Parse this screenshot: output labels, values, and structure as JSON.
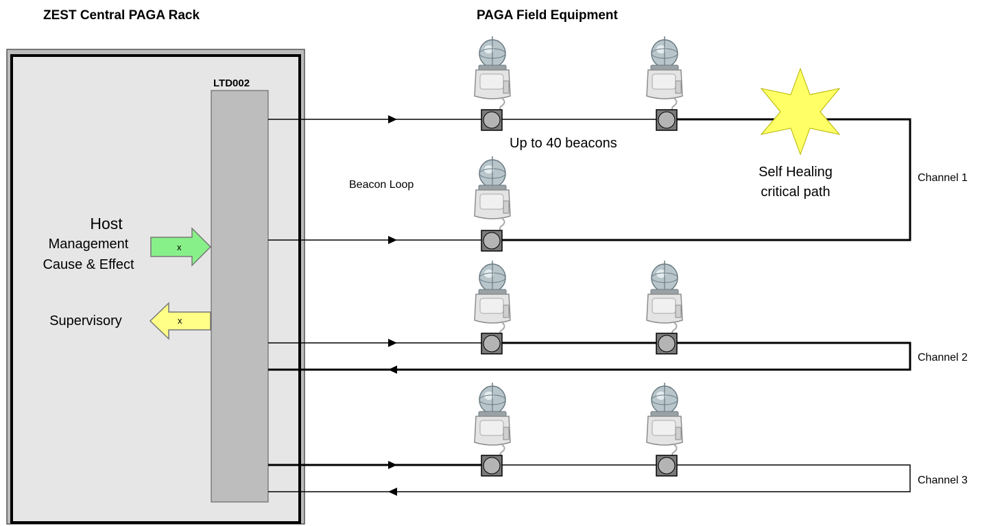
{
  "headers": {
    "rack": "ZEST Central PAGA Rack",
    "field": "PAGA Field Equipment"
  },
  "rack": {
    "module_label": "LTD002",
    "host_title": "Host",
    "host_line1": "Management",
    "host_line2": "Cause & Effect",
    "supervisory": "Supervisory",
    "arrow_in_mark": "x",
    "arrow_out_mark": "x"
  },
  "field": {
    "beacon_loop": "Beacon Loop",
    "beacon_count": "Up to 40 beacons",
    "self_healing_line1": "Self Healing",
    "self_healing_line2": "critical path"
  },
  "channels": [
    "Channel 1",
    "Channel 2",
    "Channel 3"
  ],
  "colors": {
    "rack_fill": "#e6e6e6",
    "module_fill": "#bdbdbd",
    "input_arrow": "#88f088",
    "output_arrow": "#ffff88",
    "star": "#ffff66",
    "node_fill": "#b4b4b4"
  }
}
